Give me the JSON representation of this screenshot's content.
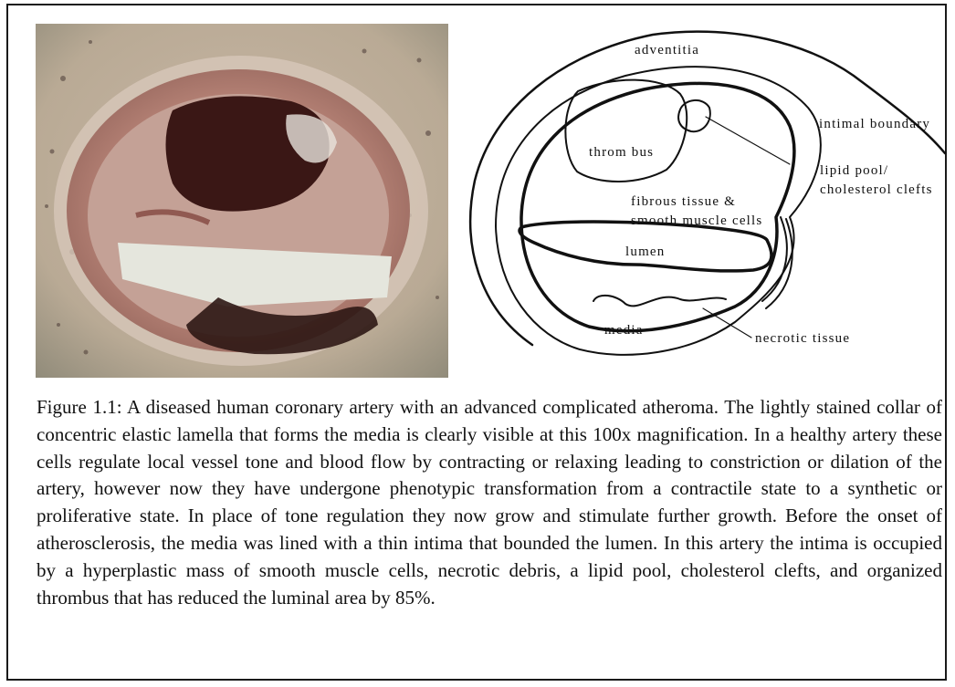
{
  "figure": {
    "diagram_labels": {
      "adventitia": "adventitia",
      "intimal_boundary": "intimal boundary",
      "thrombus": "throm bus",
      "lipid_pool_line1": "lipid pool/",
      "lipid_pool_line2": "cholesterol clefts",
      "fibrous_line1": "fibrous tissue &",
      "fibrous_line2": "smooth muscle cells",
      "lumen": "lumen",
      "media": "media",
      "necrotic": "necrotic tissue"
    },
    "caption": "Figure 1.1: A diseased human coronary artery with an advanced complicated atheroma. The lightly stained collar of concentric elastic lamella that forms the media is clearly visible at this 100x magnification. In a healthy artery these cells regulate local vessel tone and blood flow by contracting or relaxing leading to constriction or dilation of the artery, however now they have undergone phenotypic transformation from a contractile state to a synthetic or proliferative state. In place of tone regulation they now grow and stimulate further growth. Before the onset of atherosclerosis, the media was lined with a thin intima that bounded the lumen. In this artery the intima is occupied by a hyperplastic mass of smooth muscle cells, necrotic debris, a lipid pool, cholesterol clefts, and organized thrombus that has reduced the luminal area by 85%."
  }
}
